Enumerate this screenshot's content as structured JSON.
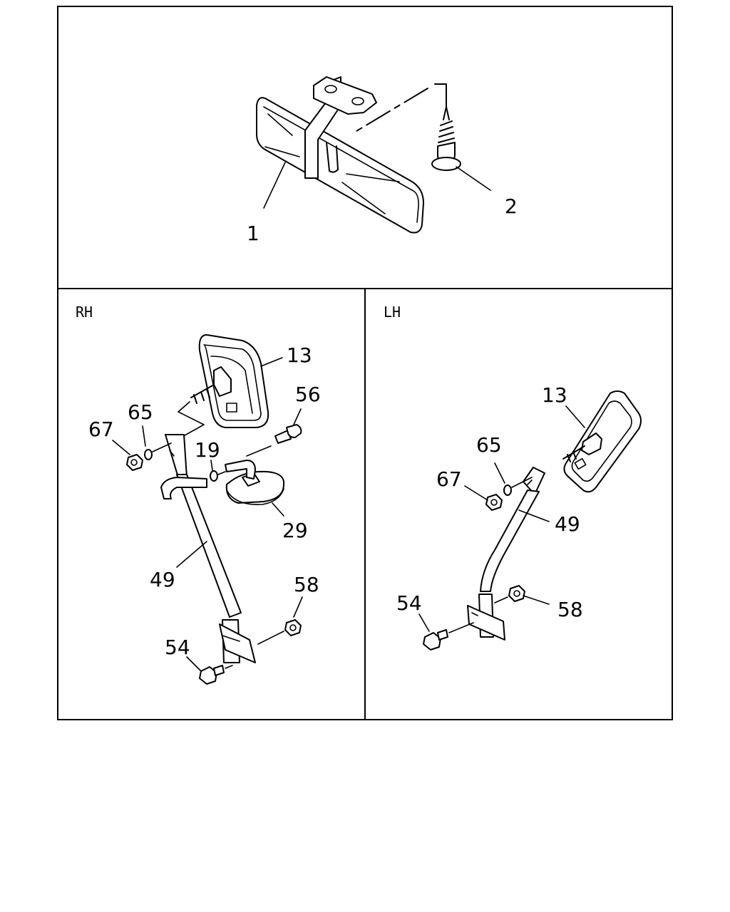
{
  "top_panel": {
    "callouts": {
      "mirror": "1",
      "screw": "2"
    }
  },
  "rh_panel": {
    "side_label": "RH",
    "callouts": {
      "mirror_head": "13",
      "bolt_top": "56",
      "nut": "67",
      "washer": "65",
      "washer_small": "19",
      "under_mirror": "29",
      "stay": "49",
      "nut_bottom": "58",
      "bolt_bottom": "54"
    }
  },
  "lh_panel": {
    "side_label": "LH",
    "callouts": {
      "mirror_head": "13",
      "washer": "65",
      "nut": "67",
      "stay": "49",
      "bolt_bottom": "54",
      "nut_bottom": "58"
    }
  }
}
